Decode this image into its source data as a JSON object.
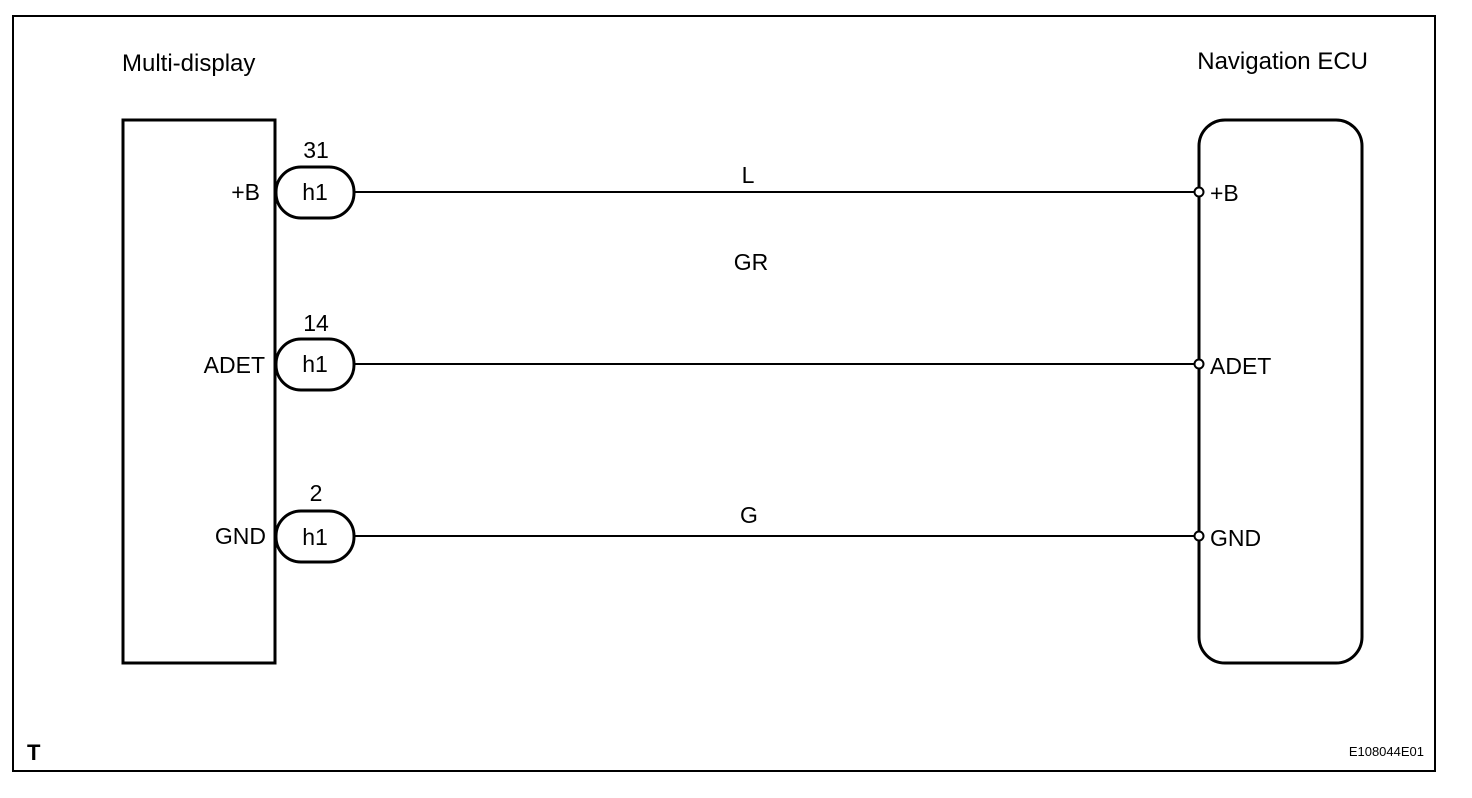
{
  "diagram": {
    "left_component": {
      "title": "Multi-display",
      "pins": [
        {
          "name": "+B",
          "pin_number": "31",
          "connector": "h1"
        },
        {
          "name": "ADET",
          "pin_number": "14",
          "connector": "h1"
        },
        {
          "name": "GND",
          "pin_number": "2",
          "connector": "h1"
        }
      ]
    },
    "right_component": {
      "title": "Navigation ECU",
      "pins": [
        {
          "name": "+B"
        },
        {
          "name": "ADET"
        },
        {
          "name": "GND"
        }
      ]
    },
    "wires": [
      {
        "from": "+B",
        "to": "+B",
        "color_code": "L"
      },
      {
        "from": "ADET",
        "to": "ADET",
        "color_code": "GR"
      },
      {
        "from": "GND",
        "to": "GND",
        "color_code": "G"
      }
    ],
    "corner_mark": "T",
    "figure_id": "E108044E01"
  }
}
